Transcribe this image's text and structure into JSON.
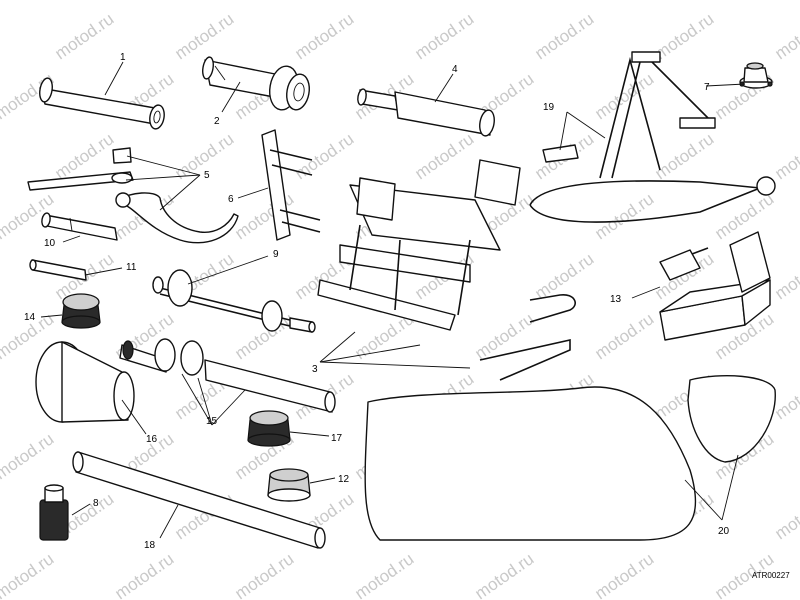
{
  "watermark": "motod.ru",
  "reference": "ATR00227",
  "callouts": {
    "c1": "1",
    "c2": "2",
    "c3": "3",
    "c4": "4",
    "c5": "5",
    "c6": "6",
    "c7": "7",
    "c8": "8",
    "c9": "9",
    "c10": "10",
    "c11": "11",
    "c12": "12",
    "c13": "13",
    "c14": "14",
    "c15": "15",
    "c16": "16",
    "c17": "17",
    "c18": "18",
    "c19": "19",
    "c20": "20"
  }
}
